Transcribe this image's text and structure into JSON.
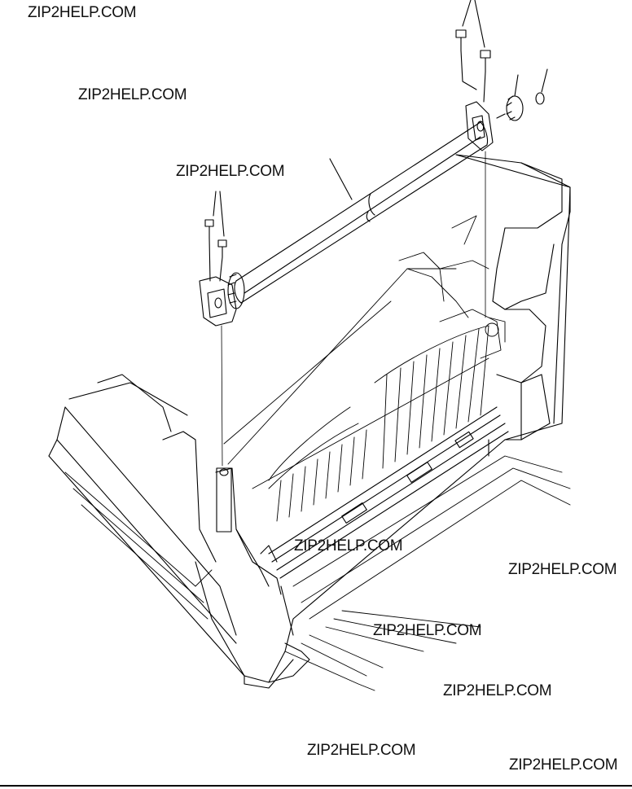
{
  "watermarks": [
    "ZIP2HELP.COM",
    "ZIP2HELP.COM",
    "ZIP2HELP.COM",
    "ZIP2HELP.COM",
    "ZIP2HELP.COM",
    "ZIP2HELP.COM",
    "ZIP2HELP.COM",
    "ZIP2HELP.COM",
    "ZIP2HELP.COM"
  ],
  "colors": {
    "line": "#000000",
    "background": "#ffffff"
  }
}
